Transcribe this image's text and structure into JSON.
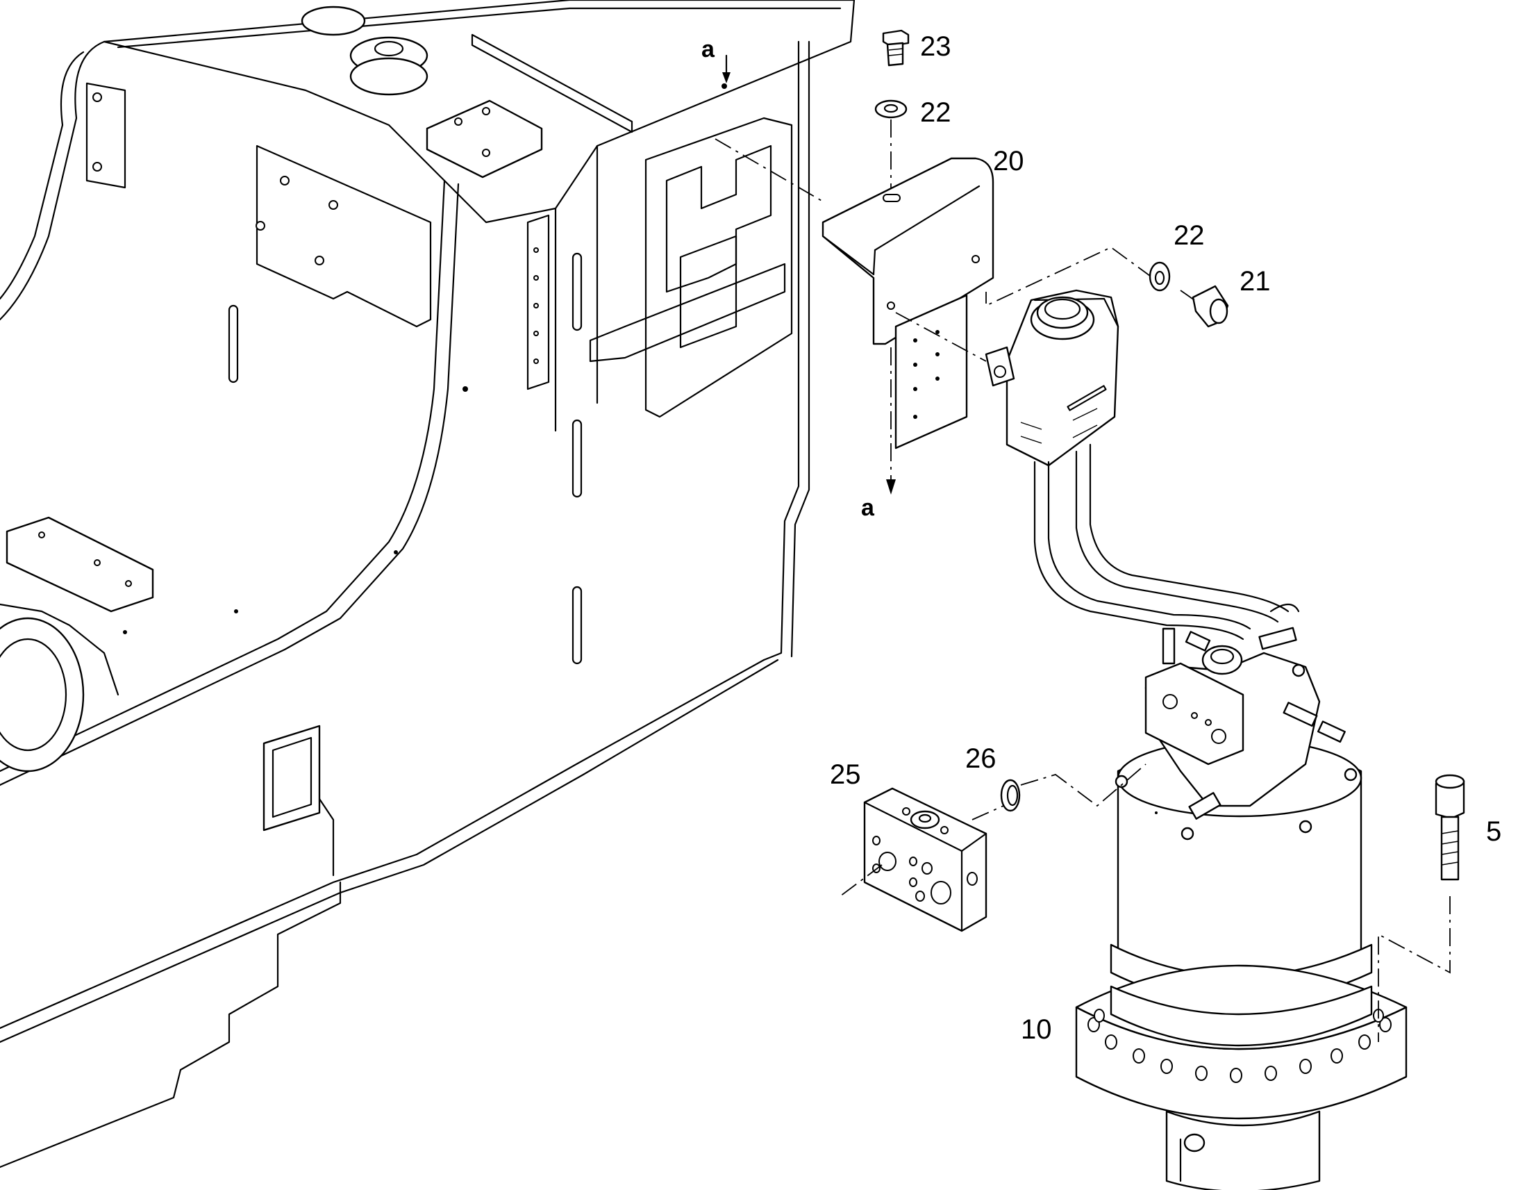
{
  "diagram": {
    "callouts": [
      {
        "id": "label-23",
        "text": "23"
      },
      {
        "id": "label-22-top",
        "text": "22"
      },
      {
        "id": "label-20",
        "text": "20"
      },
      {
        "id": "label-22-right",
        "text": "22"
      },
      {
        "id": "label-21",
        "text": "21"
      },
      {
        "id": "label-25",
        "text": "25"
      },
      {
        "id": "label-26",
        "text": "26"
      },
      {
        "id": "label-5",
        "text": "5"
      },
      {
        "id": "label-10",
        "text": "10"
      }
    ],
    "section_marks": [
      {
        "id": "section-mark-top",
        "text": "a"
      },
      {
        "id": "section-mark-bottom",
        "text": "a"
      }
    ],
    "parts": [
      {
        "callout": "23",
        "name": "bolt"
      },
      {
        "callout": "22",
        "name": "washer"
      },
      {
        "callout": "20",
        "name": "bracket"
      },
      {
        "callout": "21",
        "name": "socket-head-screw"
      },
      {
        "callout": "25",
        "name": "valve-block"
      },
      {
        "callout": "26",
        "name": "o-ring"
      },
      {
        "callout": "5",
        "name": "socket-head-cap-screw"
      },
      {
        "callout": "10",
        "name": "travel-drive-motor"
      }
    ]
  }
}
